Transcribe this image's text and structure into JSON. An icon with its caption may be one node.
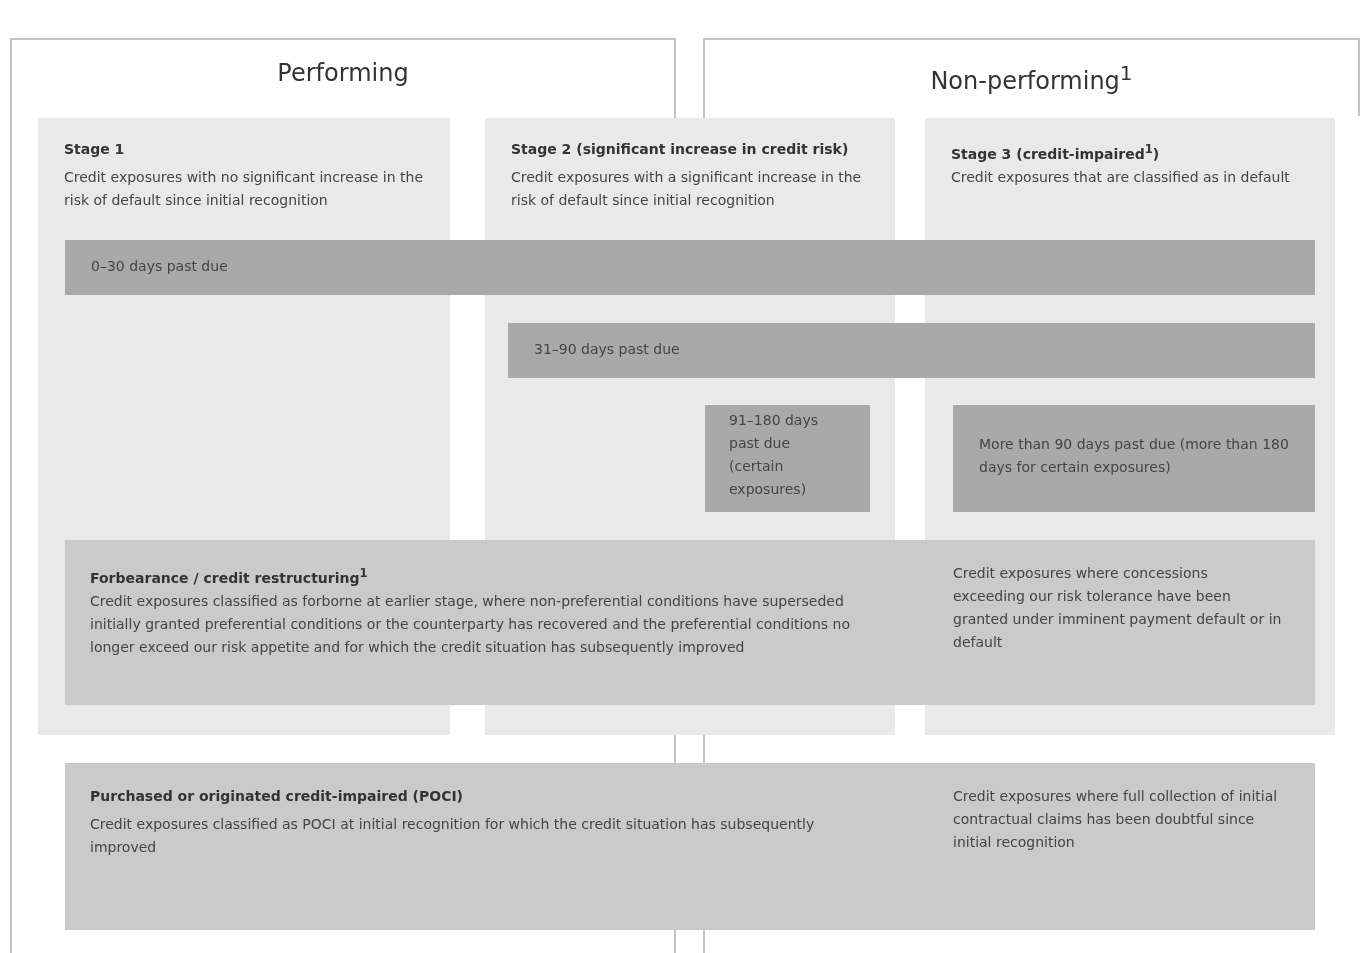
{
  "diagram": {
    "nodes": [
      {
        "text": [
          "Performing"
        ]
      },
      {
        "text": [
          "Non-performing$^{1}$"
        ]
      },
      {
        "text": [
          "Stage 1",
          "Credit exposures with no significant increase in the risk of default since initial recognition"
        ]
      },
      {
        "text": [
          "Stage 2 (significant increase in credit risk)",
          "Credit exposures with a significant increase in the risk of default since initial recognition"
        ]
      },
      {
        "text": [
          "Stage 3 (credit-impaired$^{1}$)",
          "Credit exposures that are classified as in default"
        ]
      },
      {
        "text": [
          "0–30 days past due"
        ]
      },
      {
        "text": [
          "31–90 days past due"
        ]
      },
      {
        "text": [
          "91–180 days past due (certain exposures)"
        ],
        "in": 3
      },
      {
        "text": [
          "More than 90 days past due (more than 180 days for certain exposures)"
        ],
        "in": 4
      },
      {
        "text": [
          "Forbearance / credit restructuring$^{1}$",
          "Credit exposures classified as forborne at earlier stage, where non-preferential conditions have superseded initially granted preferential conditions or the counterparty has recovered and the preferential conditions no longer exceed our risk appetite and for which the credit situation has subsequently improved",
          "Credit exposures where concessions exceeding our risk tolerance have been granted under imminent payment default or in default"
        ]
      },
      {
        "text": [
          "Purchased or originated credit-impaired (POCI)",
          "Credit exposures classified as POCI at initial recognition for which the credit situation has subsequently improved",
          "Credit exposures where full collection of initial contractual claims has been doubtful since initial recognition"
        ]
      }
    ]
  }
}
